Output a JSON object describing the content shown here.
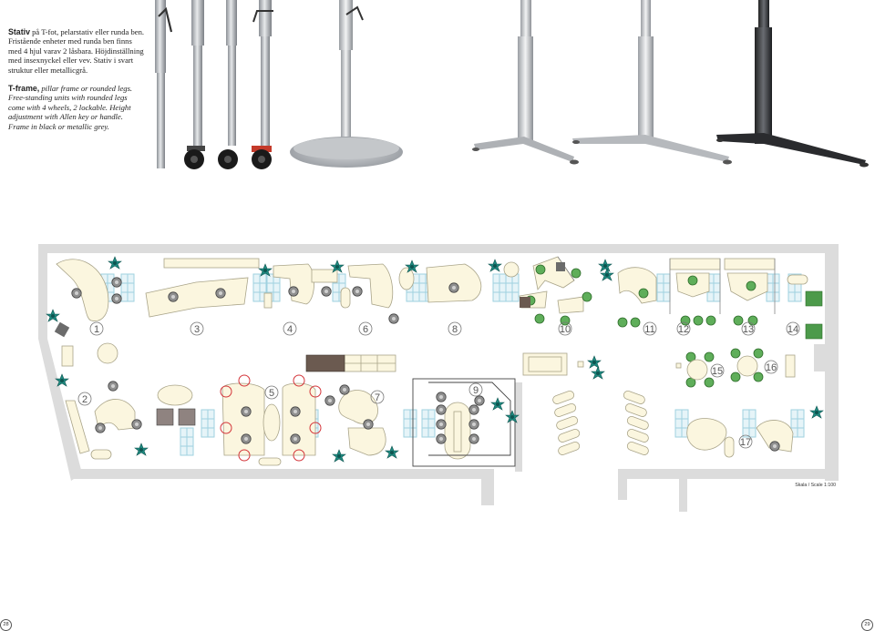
{
  "swedish": {
    "heading": "Stativ",
    "body": " på T-fot, pelarstativ eller runda ben. Fristående enheter med runda ben finns med 4 hjul varav 2 låsbara. Höjdinställning med insexnyckel eller vev. Stativ i svart struktur eller metalliсgrå."
  },
  "english": {
    "heading": "T-frame,",
    "body": " pillar frame or rounded legs. Free-standing units with rounded legs come with 4 wheels, 2 lockable. Height adjustment with Allen key or handle. Frame in black or metallic grey."
  },
  "plan": {
    "room_numbers": [
      "1",
      "2",
      "3",
      "4",
      "5",
      "6",
      "7",
      "8",
      "9",
      "10",
      "11",
      "12",
      "13",
      "14",
      "15",
      "16",
      "17"
    ],
    "scale_label": "Skala / Scale 1:100"
  },
  "pages": {
    "left": "28",
    "right": "29"
  },
  "colors": {
    "desk": "#fbf6df",
    "chair": "#8a8a8a",
    "green_chair": "#5fae5a",
    "plant": "#1f8a80",
    "window": "#bfe0ea",
    "wall": "#dcdcdc",
    "shelf": "#6b5a50"
  }
}
